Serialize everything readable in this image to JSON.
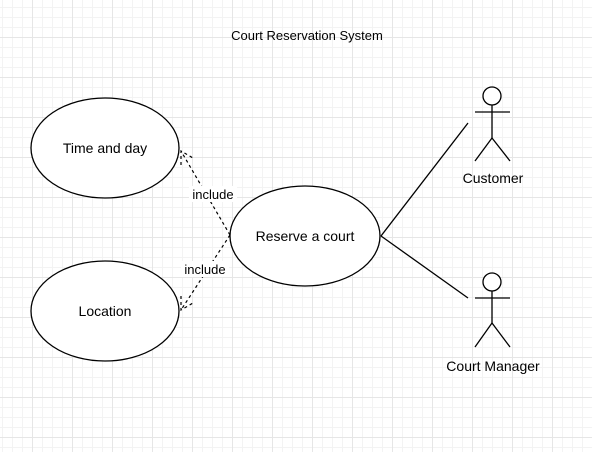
{
  "title": "Court Reservation System",
  "use_cases": {
    "time_and_day": "Time and day",
    "location": "Location",
    "reserve_court": "Reserve a court"
  },
  "actors": {
    "customer": "Customer",
    "court_manager": "Court Manager"
  },
  "relations": {
    "include_time": "include",
    "include_location": "include"
  },
  "colors": {
    "stroke": "#000000",
    "fill": "#ffffff",
    "grid": "#e6e6e6"
  }
}
